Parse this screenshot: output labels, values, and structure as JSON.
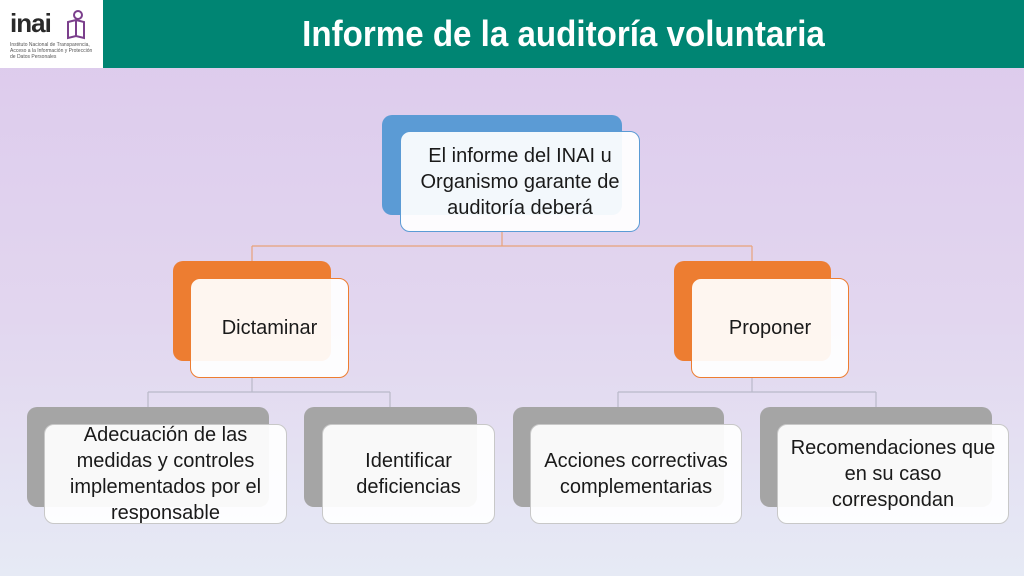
{
  "header": {
    "logo_text": "inai",
    "logo_subtext": "Instituto Nacional de Transparencia, Acceso a la Información y Protección de Datos Personales",
    "title": "Informe de la auditoría voluntaria"
  },
  "diagram": {
    "root": {
      "label": "El informe del INAI u Organismo garante de auditoría deberá"
    },
    "branches": [
      {
        "label": "Dictaminar",
        "children": [
          {
            "label": "Adecuación de las medidas y controles implementados por el responsable"
          },
          {
            "label": "Identificar deficiencias"
          }
        ]
      },
      {
        "label": "Proponer",
        "children": [
          {
            "label": "Acciones correctivas complementarias"
          },
          {
            "label": "Recomendaciones que en su caso correspondan"
          }
        ]
      }
    ]
  },
  "colors": {
    "title_bar": "#008573",
    "root_accent": "#5b9bd5",
    "branch_accent": "#ed7d31",
    "leaf_accent": "#a5a5a5"
  }
}
